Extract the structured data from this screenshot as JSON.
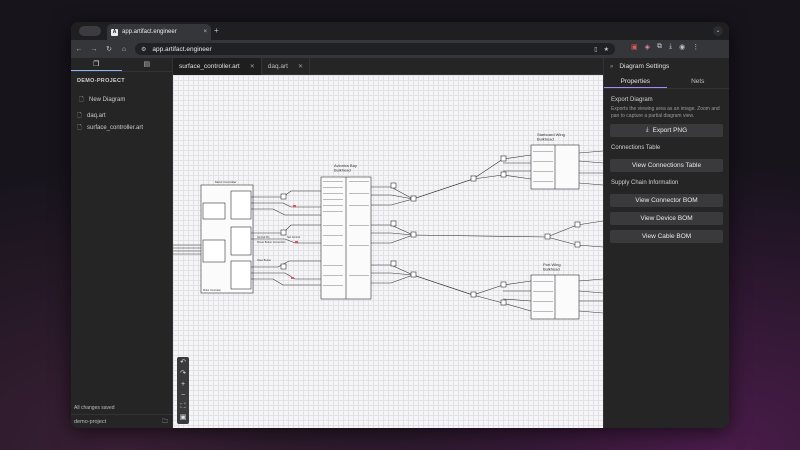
{
  "browser": {
    "tab_title": "app.artifact.engineer",
    "url": "app.artifact.engineer",
    "new_tab": "+",
    "tab_close": "×"
  },
  "sidebar": {
    "project_title": "DEMO-PROJECT",
    "new_diagram": "New Diagram",
    "files": [
      "daq.art",
      "surface_controller.art"
    ],
    "status": "All changes saved",
    "footer_project": "demo-project"
  },
  "editor": {
    "tabs": [
      {
        "label": "surface_controller.art",
        "active": true
      },
      {
        "label": "daq.art",
        "active": false
      }
    ]
  },
  "canvas": {
    "labels": {
      "avionics": "Avionics Bay\nBulkhead",
      "starboard": "Starboard Wing\nBulkhead",
      "port": "Port Wing\nBulkhead",
      "motor": "Motor Controller",
      "detail_motor": "Motor Controller",
      "ctrl_pin": "Control Pin",
      "swt_ctrl": "Swt Control",
      "power_button": "Power Button Connection",
      "open_button": "Open Button"
    }
  },
  "panel": {
    "title": "Diagram Settings",
    "tabs": [
      "Properties",
      "Nets"
    ],
    "export_title": "Export Diagram",
    "export_desc": "Exports the viewing area as an image. Zoom and pan to capture a partial diagram view.",
    "export_btn": "Export PNG",
    "connections_title": "Connections Table",
    "connections_btn": "View Connections Table",
    "supply_title": "Supply Chain Information",
    "connector_bom": "View Connector BOM",
    "device_bom": "View Device BOM",
    "cable_bom": "View Cable BOM"
  },
  "colors": {
    "accent": "#a78bfa",
    "canvas_bg": "#f5f5f7",
    "wire": "#333333"
  }
}
